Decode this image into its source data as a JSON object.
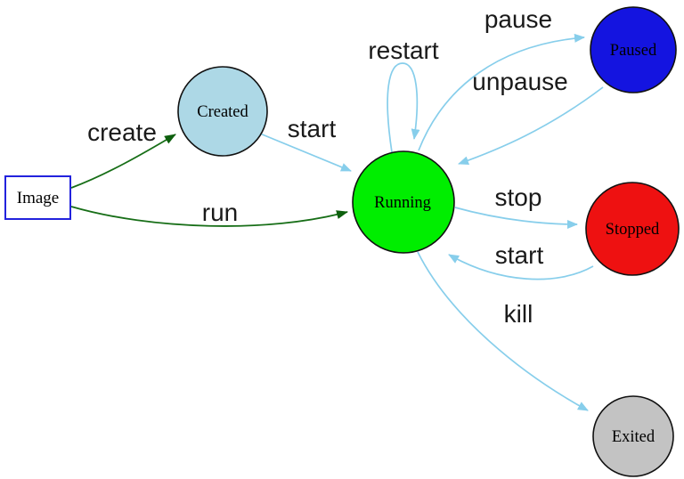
{
  "diagram": {
    "type": "state-diagram",
    "subject": "container-lifecycle",
    "background": "#ffffff",
    "colors": {
      "edge_blue": "#87ceeb",
      "edge_green": "#176e17",
      "node_border": "#111111",
      "image_box_border": "#2222dd",
      "created_fill": "#add8e6",
      "running_fill": "#00ee00",
      "paused_fill": "#1414e0",
      "stopped_fill": "#ee1111",
      "exited_fill": "#c3c3c3"
    },
    "nodes": [
      {
        "id": "image",
        "label": "Image",
        "shape": "rect",
        "fill": "#ffffff"
      },
      {
        "id": "created",
        "label": "Created",
        "shape": "circle",
        "fill": "#add8e6"
      },
      {
        "id": "running",
        "label": "Running",
        "shape": "circle",
        "fill": "#00ee00"
      },
      {
        "id": "paused",
        "label": "Paused",
        "shape": "circle",
        "fill": "#1414e0"
      },
      {
        "id": "stopped",
        "label": "Stopped",
        "shape": "circle",
        "fill": "#ee1111"
      },
      {
        "id": "exited",
        "label": "Exited",
        "shape": "circle",
        "fill": "#c3c3c3"
      }
    ],
    "edges": [
      {
        "label": "create",
        "from": "image",
        "to": "created",
        "color": "green"
      },
      {
        "label": "run",
        "from": "image",
        "to": "running",
        "color": "green"
      },
      {
        "label": "start",
        "from": "created",
        "to": "running",
        "color": "blue"
      },
      {
        "label": "restart",
        "from": "running",
        "to": "running",
        "color": "blue"
      },
      {
        "label": "pause",
        "from": "running",
        "to": "paused",
        "color": "blue"
      },
      {
        "label": "unpause",
        "from": "paused",
        "to": "running",
        "color": "blue"
      },
      {
        "label": "stop",
        "from": "running",
        "to": "stopped",
        "color": "blue"
      },
      {
        "label": "start",
        "from": "stopped",
        "to": "running",
        "color": "blue"
      },
      {
        "label": "kill",
        "from": "running",
        "to": "exited",
        "color": "blue"
      }
    ]
  }
}
